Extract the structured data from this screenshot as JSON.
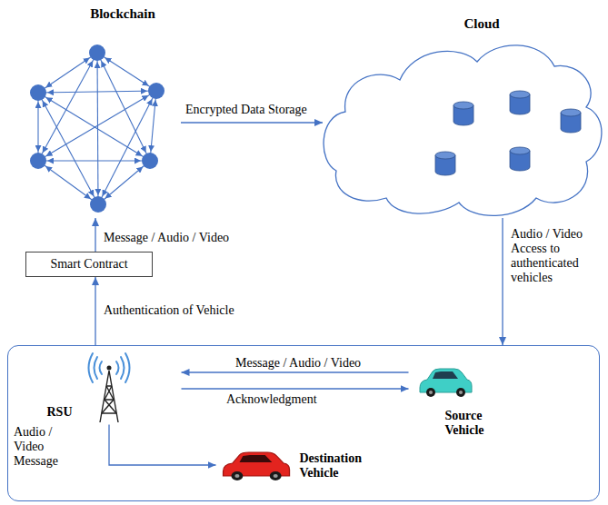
{
  "diagram": {
    "nodes": [
      {
        "text": [
          "Blockchain"
        ]
      },
      {
        "text": [
          "Cloud"
        ]
      },
      {
        "text": [
          "Smart Contract"
        ]
      },
      {
        "text": []
      },
      {
        "text": [
          "RSU"
        ],
        "in": 3
      },
      {
        "text": [
          "Source Vehicle"
        ],
        "in": 3
      },
      {
        "text": [
          "Destination Vehicle"
        ],
        "in": 3
      }
    ],
    "edges": [
      {
        "from": 0,
        "to": 1,
        "label": "Encrypted Data Storage",
        "arrow": "to"
      },
      {
        "from": 2,
        "to": 0,
        "label": "Message / Audio / Video",
        "arrow": "to"
      },
      {
        "from": 3,
        "to": 2,
        "label": "Authentication of Vehicle",
        "arrow": "to"
      },
      {
        "from": 1,
        "to": 3,
        "label": "Audio / Video Access to authenticated vehicles",
        "arrow": "to"
      },
      {
        "from": 5,
        "to": 4,
        "label": "Message / Audio / Video",
        "arrow": "to"
      },
      {
        "from": 4,
        "to": 5,
        "label": "Acknowledgment",
        "arrow": "to"
      },
      {
        "from": 4,
        "to": 6,
        "label": "Audio / Video Message",
        "arrow": "to"
      }
    ]
  }
}
